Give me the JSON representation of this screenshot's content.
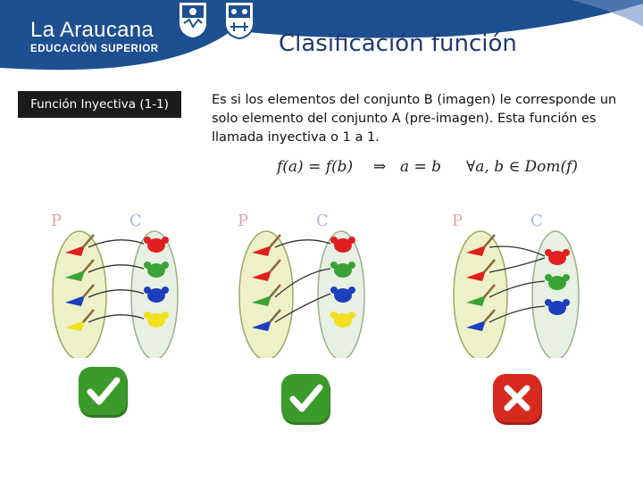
{
  "header": {
    "brand_name": "La Araucana",
    "brand_sub": "EDUCACIÓN SUPERIOR",
    "colors": {
      "blue": "#1d4f91",
      "light_blue": "#dbe5f1"
    }
  },
  "title": "Clasificación función",
  "side_label": "Función Inyectiva (1-1)",
  "description": "Es si los elementos del conjunto B (imagen) le corresponde un solo elemento del conjunto A (pre-imagen). Esta función es llamada inyectiva o 1 a 1.",
  "formula": {
    "left": "f(a) = f(b)",
    "arrow": "⇒",
    "middle": "a = b",
    "right": "∀a, b ∈ Dom(f)"
  },
  "diagrams": [
    {
      "set_left": "P",
      "set_right": "C",
      "valid": true,
      "result_icon": "check-icon"
    },
    {
      "set_left": "P",
      "set_right": "C",
      "valid": true,
      "result_icon": "check-icon"
    },
    {
      "set_left": "P",
      "set_right": "C",
      "valid": false,
      "result_icon": "cross-icon"
    }
  ],
  "colors": {
    "red": "#e02020",
    "green": "#3aa336",
    "blue": "#1d3fbf",
    "yellow": "#f0e020",
    "check_green": "#3a9a2a",
    "cross_red": "#d62a1e"
  }
}
